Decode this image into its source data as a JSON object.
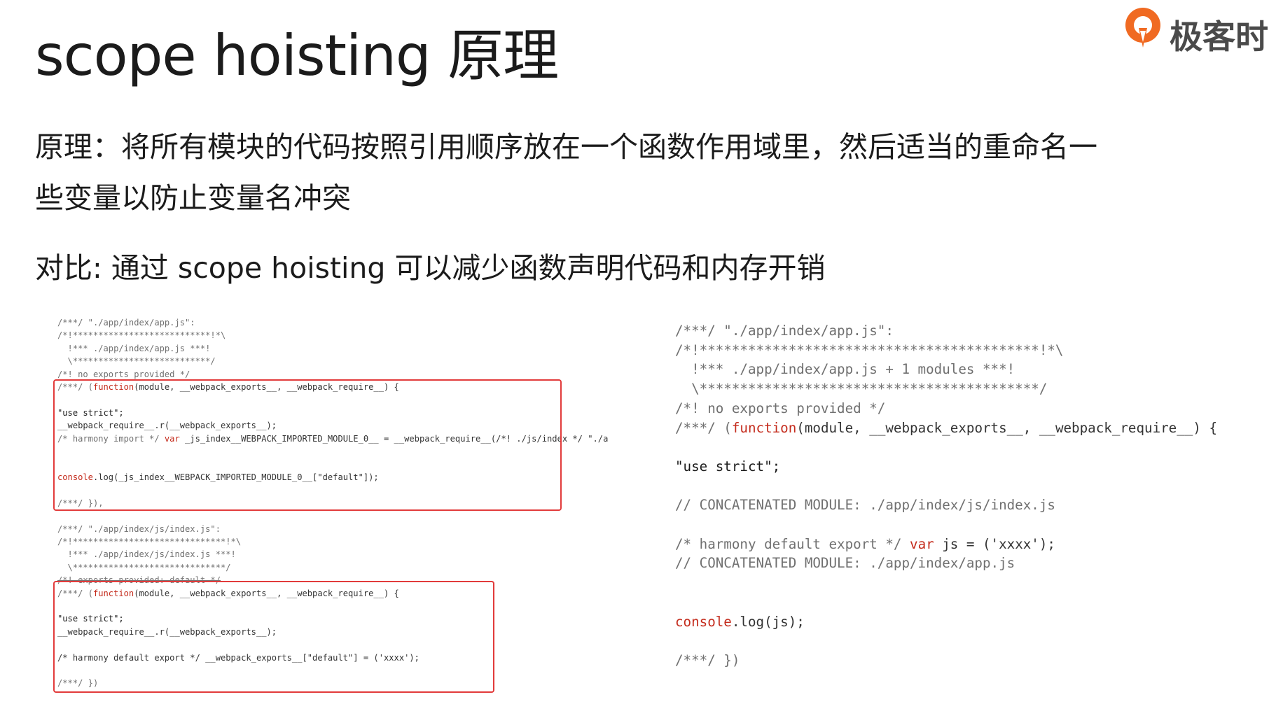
{
  "slide": {
    "title": "scope hoisting 原理",
    "principle_line1": "原理：将所有模块的代码按照引用顺序放在一个函数作用域里，然后适当的重命名一",
    "principle_line2": "些变量以防止变量名冲突",
    "comparison": "对比: 通过 scope hoisting 可以减少函数声明代码和内存开销"
  },
  "logo": {
    "text": "极客时",
    "icon": "geektime-logo-icon",
    "colors": {
      "orange": "#f06a22",
      "gray": "#4a4a4a"
    }
  },
  "left_code": {
    "block1": {
      "l1": "/***/ \"./app/index/app.js\":",
      "l2": "/*!***************************!*\\",
      "l3": "  !*** ./app/index/app.js ***!",
      "l4": "  \\***************************/",
      "l5": "/*! no exports provided */",
      "fn_prefix": "/***/ (",
      "fn_kw": "function",
      "fn_suffix": "(module, __webpack_exports__, __webpack_require__) {",
      "use_strict": "\"use strict\";",
      "require_r": "__webpack_require__.r(__webpack_exports__);",
      "import_comment": "/* harmony import */ ",
      "import_var": "var",
      "import_rest": " _js_index__WEBPACK_IMPORTED_MODULE_0__ = __webpack_require__(/*! ./js/index */ \"./a",
      "console_kw": "console",
      "console_rest": ".log(_js_index__WEBPACK_IMPORTED_MODULE_0__[\"default\"]);",
      "close": "/***/ }),"
    },
    "block2": {
      "l1": "/***/ \"./app/index/js/index.js\":",
      "l2": "/*!******************************!*\\",
      "l3": "  !*** ./app/index/js/index.js ***!",
      "l4": "  \\******************************/",
      "l5": "/*! exports provided: default */",
      "fn_prefix": "/***/ (",
      "fn_kw": "function",
      "fn_suffix": "(module, __webpack_exports__, __webpack_require__) {",
      "use_strict": "\"use strict\";",
      "require_r": "__webpack_require__.r(__webpack_exports__);",
      "export_line": "/* harmony default export */ __webpack_exports__[\"default\"] = ('xxxx');",
      "close": "/***/ })"
    }
  },
  "right_code": {
    "l1": "/***/ \"./app/index/app.js\":",
    "l2": "/*!******************************************!*\\",
    "l3": "  !*** ./app/index/app.js + 1 modules ***!",
    "l4": "  \\******************************************/",
    "l5": "/*! no exports provided */",
    "fn_prefix": "/***/ (",
    "fn_kw": "function",
    "fn_suffix": "(module, __webpack_exports__, __webpack_require__) {",
    "use_strict": "\"use strict\";",
    "concat1": "// CONCATENATED MODULE: ./app/index/js/index.js",
    "export_comment": "/* harmony default export */ ",
    "export_var": "var",
    "export_rest": " js = ('xxxx');",
    "concat2": "// CONCATENATED MODULE: ./app/index/app.js",
    "console_kw": "console",
    "console_rest": ".log(js);",
    "close": "/***/ })"
  },
  "colors": {
    "highlight_box": "#e23b3b",
    "keyword": "#c42b1c"
  }
}
